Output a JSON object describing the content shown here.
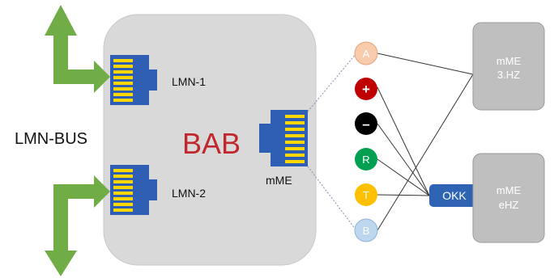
{
  "bus_label": "LMN-BUS",
  "device": {
    "name": "BAB",
    "ports": {
      "lmn1": "LMN-1",
      "lmn2": "LMN-2",
      "mme": "mME"
    }
  },
  "pins": [
    {
      "label": "A",
      "color": "#f8cbad",
      "text_color": "#ffffff"
    },
    {
      "label": "+",
      "color": "#c00000",
      "text_color": "#ffffff"
    },
    {
      "label": "–",
      "color": "#000000",
      "text_color": "#ffffff"
    },
    {
      "label": "R",
      "color": "#00a050",
      "text_color": "#ffffff"
    },
    {
      "label": "T",
      "color": "#ffc000",
      "text_color": "#ffffff"
    },
    {
      "label": "B",
      "color": "#bdd7ee",
      "text_color": "#ffffff"
    }
  ],
  "okk": "OKK",
  "meters": [
    {
      "line1": "mME",
      "line2": "3.HZ"
    },
    {
      "line1": "mME",
      "line2": "eHZ"
    }
  ],
  "colors": {
    "device_fill": "#d9d9d9",
    "arrow": "#70ad47",
    "port": "#2e5fb5",
    "port_pins": "#ffd700",
    "device_title": "#c0282d",
    "okk_fill": "#2f63b4",
    "meter_fill": "#bfbfbf"
  }
}
